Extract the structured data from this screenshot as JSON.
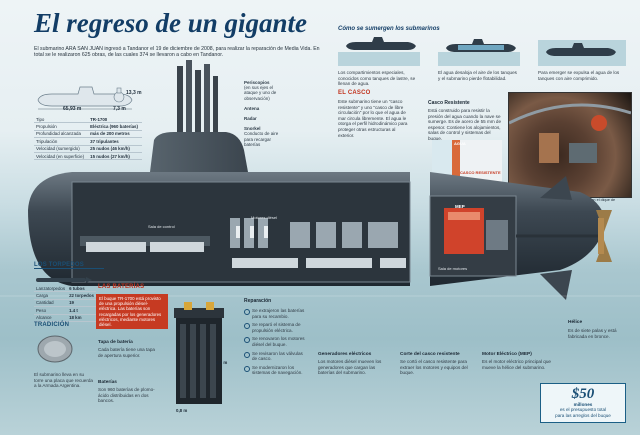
{
  "title": "El regreso de un gigante",
  "intro": "El submarino ARA SAN JUAN ingresó a Tandanor el 19 de diciembre de 2008, para realizar la reparación de Media Vida. En total se le realizaron 625 obras, de las cuales 374 se llevaron a cabo en Tandanor.",
  "dimensions": {
    "length": "65,93 m",
    "beam": "7,3 m",
    "height": "13,3 m"
  },
  "specs": [
    {
      "label": "Tipo",
      "value": "TR-1700"
    },
    {
      "label": "Propulsión",
      "value": "Eléctrica (960 baterías)"
    },
    {
      "label": "Profundidad alcanzada",
      "value": "más de 200 metros"
    },
    {
      "label": "Tripulación",
      "value": "37 tripulantes"
    },
    {
      "label": "Velocidad (sumergido)",
      "value": "25 nudos (46 km/h)"
    },
    {
      "label": "Velocidad (en superficie)",
      "value": "15 nudos (27 km/h)"
    }
  ],
  "mast_callouts": [
    {
      "label": "Periscopios",
      "desc": "(en sus ejes el ataque y uno de observación)"
    },
    {
      "label": "Antena"
    },
    {
      "label": "Radar"
    },
    {
      "label": "Snorkel",
      "desc": "Conducto de aire para recargar baterías"
    }
  ],
  "dive": {
    "title": "Cómo se sumergen los submarinos",
    "steps": [
      "Los compartimientos especiales, conocidos como tanques de lastre, se llenan de agua.",
      "El agua desaloja el aire de los tanques y el submarino pierde flotabilidad.",
      "Para emerger se expulsa el agua de los tanques con aire comprimido."
    ]
  },
  "casco": {
    "title": "EL CASCO",
    "text": "Este submarino tiene un \"casco resistente\" y uno \"casco de libre circulación\" por lo que el agua de mar circula libremente. El agua le otorga el perfil hidrodinámico para proteger otras estructuras al exterior.",
    "resistente_title": "Casco Resistente",
    "resistente_text": "Está construido para resistir la presión del agua cuando la nave se sumerge. Es de acero de 55 mm de espesor. Contiene los alojamientos, salas de control y sistemas del buque.",
    "labels": {
      "agua": "AGUA",
      "resistente": "CASCO RESISTENTE",
      "interior": "INTERIOR DEL BUQUE"
    },
    "photo_caption": "Reparación del casco del submarino en el dique de Tandanor"
  },
  "torpedos": {
    "title": "LOS TORPEDOS",
    "rows": [
      {
        "label": "Lanzatorpedos",
        "value": "6 tubos"
      },
      {
        "label": "Carga",
        "value": "22 torpedos"
      },
      {
        "label": "Cantidad",
        "value": "19"
      },
      {
        "label": "Peso",
        "value": "1.4 t"
      },
      {
        "label": "Alcance",
        "value": "18 km"
      }
    ]
  },
  "baterias": {
    "title": "LAS BATERÍAS",
    "text": "El buque TR-1700 está provisto de una propulsión diésel-eléctrica. Las baterías son recargadas por los generadores eléctricos, mediante motores diésel."
  },
  "tradicion": {
    "title": "TRADICIÓN",
    "text": "El submarino lleva en su torre una placa que recuerda a la Armada Argentina."
  },
  "bateria_box": {
    "tapa_label": "Tapa de batería",
    "tapa_text": "Cada batería tiene una tapa de apertura superior.",
    "label": "Baterías",
    "text": "Son 960 baterías de plomo-ácido distribuidas en dos bancos.",
    "width_label": "0,8 m",
    "height_label": "2,5 m"
  },
  "reparacion": {
    "title": "Reparación",
    "items": [
      "Se extrajeron las baterías para su recambio.",
      "Se reparó el sistema de propulsión eléctrica.",
      "Se renovaron los motores diésel del buque.",
      "Se revisaron las válvulas de casco.",
      "Se modernizaron los sistemas de navegación."
    ]
  },
  "bottom": [
    {
      "title": "Generadores eléctricos",
      "text": "Los motores diésel mueven los generadores que cargan las baterías del submarino."
    },
    {
      "title": "Corte del casco resistente",
      "text": "Se cortó el casco resistente para extraer los motores y equipos del buque."
    },
    {
      "title": "Motor Eléctrico (MEP)",
      "text": "Es el motor eléctrico principal que mueve la hélice del submarino."
    }
  ],
  "helice": {
    "title": "Hélice",
    "text": "Es de siete palas y está fabricada en bronce."
  },
  "hull_labels": {
    "mep": "MEP",
    "control": "Sala de control",
    "diesel": "Motores diésel",
    "sala_motores": "Sala de motores"
  },
  "money": {
    "amount": "$50",
    "unit": "millones",
    "text1": "es el presupuesto total",
    "text2": "para las arreglos del buque"
  }
}
